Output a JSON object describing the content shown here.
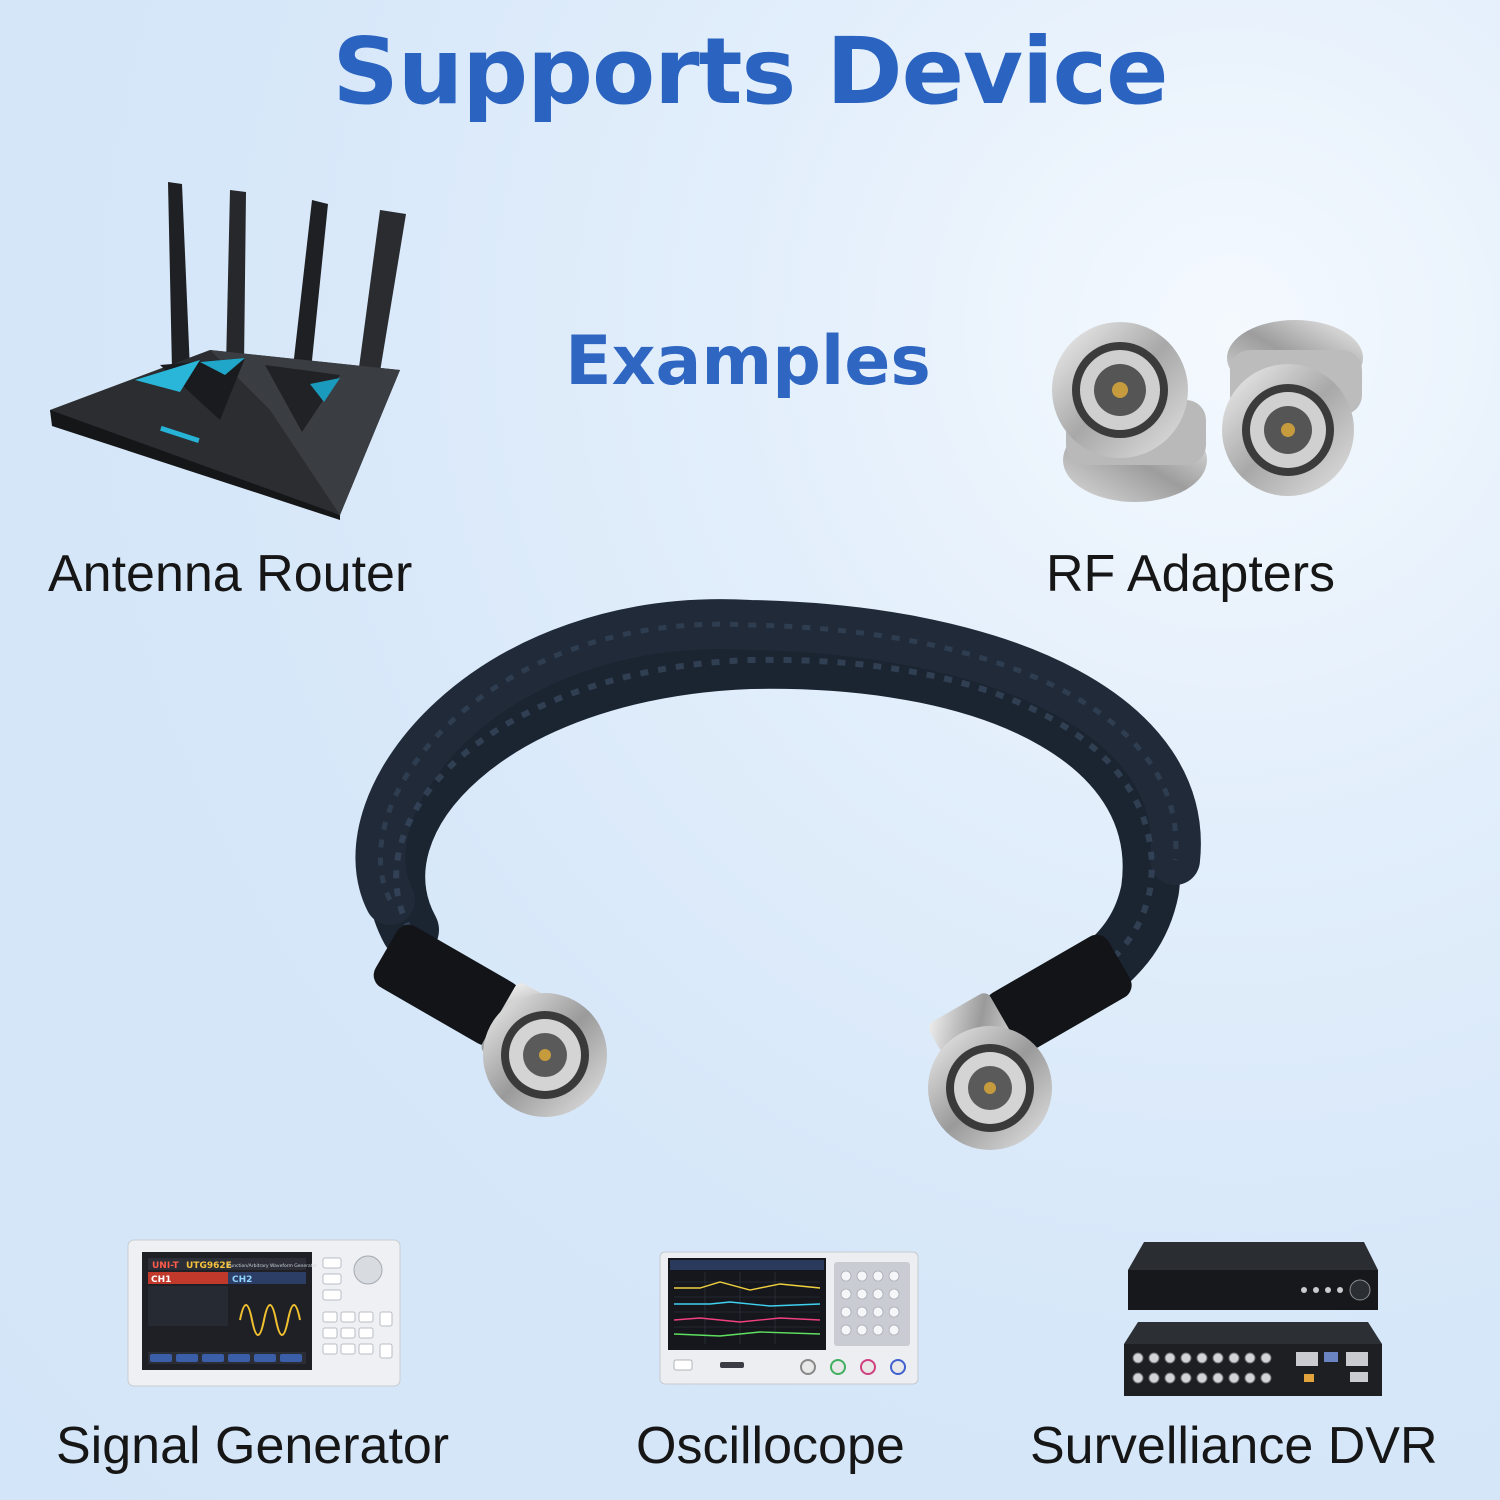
{
  "header": {
    "title": "Supports Device",
    "subtitle": "Examples"
  },
  "devices": [
    {
      "label": "Antenna Router",
      "icon": "router-icon"
    },
    {
      "label": "RF Adapters",
      "icon": "bnc-adapter-icon"
    },
    {
      "label": "Signal Generator",
      "icon": "signal-generator-icon"
    },
    {
      "label": "Oscillocope",
      "icon": "oscilloscope-icon"
    },
    {
      "label": "Survelliance DVR",
      "icon": "dvr-icon"
    }
  ],
  "product": {
    "icon": "bnc-cable-icon"
  },
  "device_screens": {
    "signal_generator": {
      "brand": "UNI-T",
      "model": "UTG962E",
      "header": "Function/Arbitrary Waveform Generator",
      "ch1": "CH1",
      "ch2": "CH2"
    }
  },
  "colors": {
    "title": "#2a63c0",
    "label": "#161616",
    "background": "#d6e7f9"
  }
}
